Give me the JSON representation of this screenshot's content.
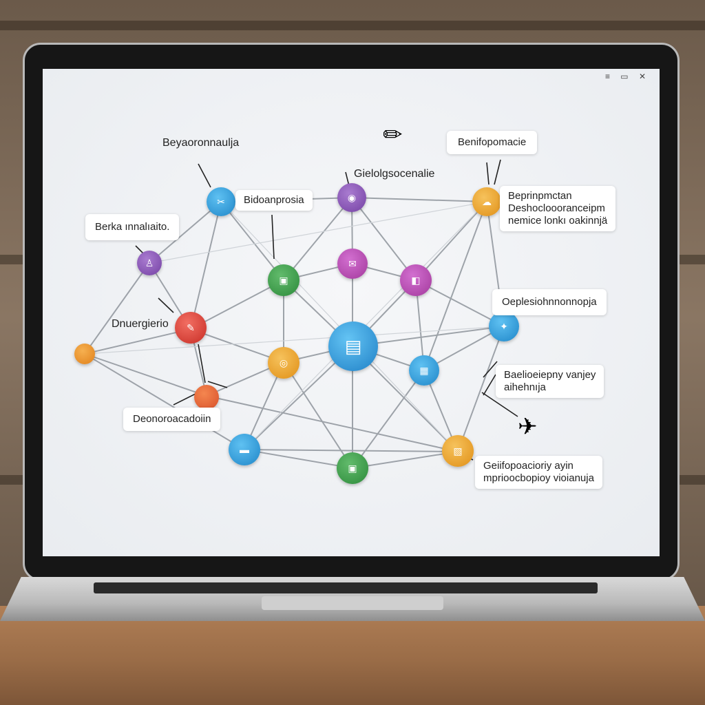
{
  "window_controls": "≡ ▭ ✕",
  "labels": {
    "top_left": "Beyaoronnaulja",
    "mid_top": "Gielolgsocenalie",
    "top_right": "Benifopomacie",
    "node_label_1": "Bidoanprosia",
    "left_box": "Berka ınnalıaito.",
    "right_box_1_line1": "Beprinpmctan",
    "right_box_1_line2": "Deshocloooranceipm",
    "right_box_1_line3": "nemice lonkı oakinnjä",
    "left_plain": "Dnuergierio",
    "right_box_2": "Oeplesiohnnonnopja",
    "right_box_3_line1": "Baelioeiepny vanjey",
    "right_box_3_line2": "aihehnıja",
    "bottom_left_box": "Deonoroacadoiin",
    "bottom_right_line1": "Geiifopoacioriy ayin",
    "bottom_right_line2": "mprioocbopioy vioianuja"
  },
  "colors": {
    "blue": "#2f9ad8",
    "purple": "#8e55b8",
    "green": "#3e9b4a",
    "red": "#d9423a",
    "orange": "#f0a22d",
    "magenta": "#b445a8",
    "edge": "#8f959c"
  },
  "icons": {
    "center": "document-icon",
    "tools": "wrench-icon",
    "mail": "mail-icon",
    "eye": "eye-icon"
  }
}
